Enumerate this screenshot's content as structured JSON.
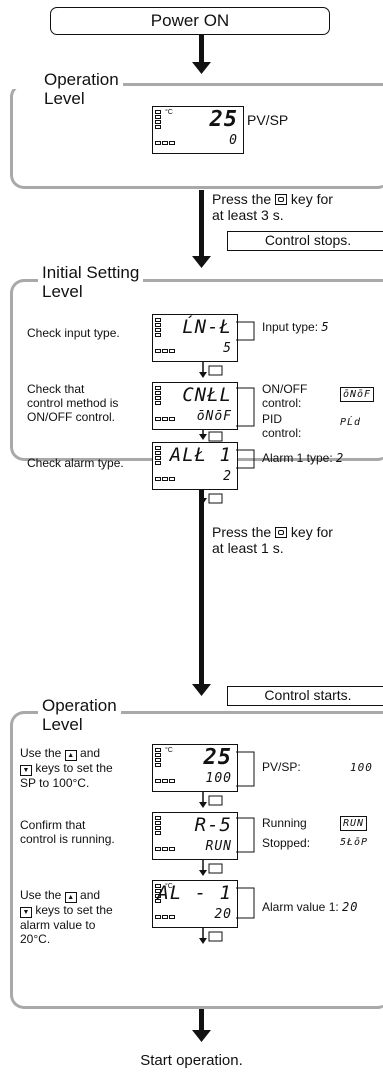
{
  "power_on": "Power ON",
  "op1": {
    "title_line1": "Operation",
    "title_line2": "Level",
    "pv": "25",
    "sp": "0",
    "unit_mark": "°C",
    "label": "PV/SP"
  },
  "press3": {
    "line1_pre": "Press the",
    "line1_post": "key for",
    "line2": "at least 3 s."
  },
  "control_stops": "Control stops.",
  "init": {
    "title_line1": "Initial Setting",
    "title_line2": "Level",
    "row1": {
      "desc": "Check input type.",
      "top": "ĹN-Ł",
      "bottom": "5",
      "info_label": "Input type:",
      "info_value": "5"
    },
    "row2": {
      "desc_line1": "Check that",
      "desc_line2": "control method is",
      "desc_line3": "ON/OFF control.",
      "top": "CNŁL",
      "bottom": "ōNōF",
      "onoff_line1": "ON/OFF",
      "onoff_line2": "control:",
      "onoff_value": "ōNōF",
      "pid_line1": "PID",
      "pid_line2": "control:",
      "pid_value": "PĹd"
    },
    "row3": {
      "desc": "Check alarm type.",
      "top": "ALŁ 1",
      "bottom": "2",
      "info_label": "Alarm 1 type:",
      "info_value": "2"
    }
  },
  "press1": {
    "line1_pre": "Press the",
    "line1_post": "key for",
    "line2": "at least 1 s."
  },
  "control_starts": "Control starts.",
  "op2": {
    "title_line1": "Operation",
    "title_line2": "Level",
    "row1": {
      "desc_line1": "Use the",
      "desc_line1b": "and",
      "desc_line2": "keys to set the",
      "desc_line3": "SP to 100°C.",
      "pv": "25",
      "sp": "100",
      "label": "PV/SP:",
      "value": "100"
    },
    "row2": {
      "desc_line1": "Confirm that",
      "desc_line2": "control is running.",
      "top": "R-5",
      "bottom": "RUN",
      "running_label": "Running",
      "running_value": "RUN",
      "stopped_label": "Stopped:",
      "stopped_value": "5ŁōP"
    },
    "row3": {
      "desc_line1": "Use the",
      "desc_line1b": "and",
      "desc_line2": "keys to set the",
      "desc_line3": "alarm value to",
      "desc_line4": "20°C.",
      "top": "AL - 1",
      "bottom": "20",
      "info_label": "Alarm value 1:",
      "info_value": "20"
    }
  },
  "start": "Start operation."
}
